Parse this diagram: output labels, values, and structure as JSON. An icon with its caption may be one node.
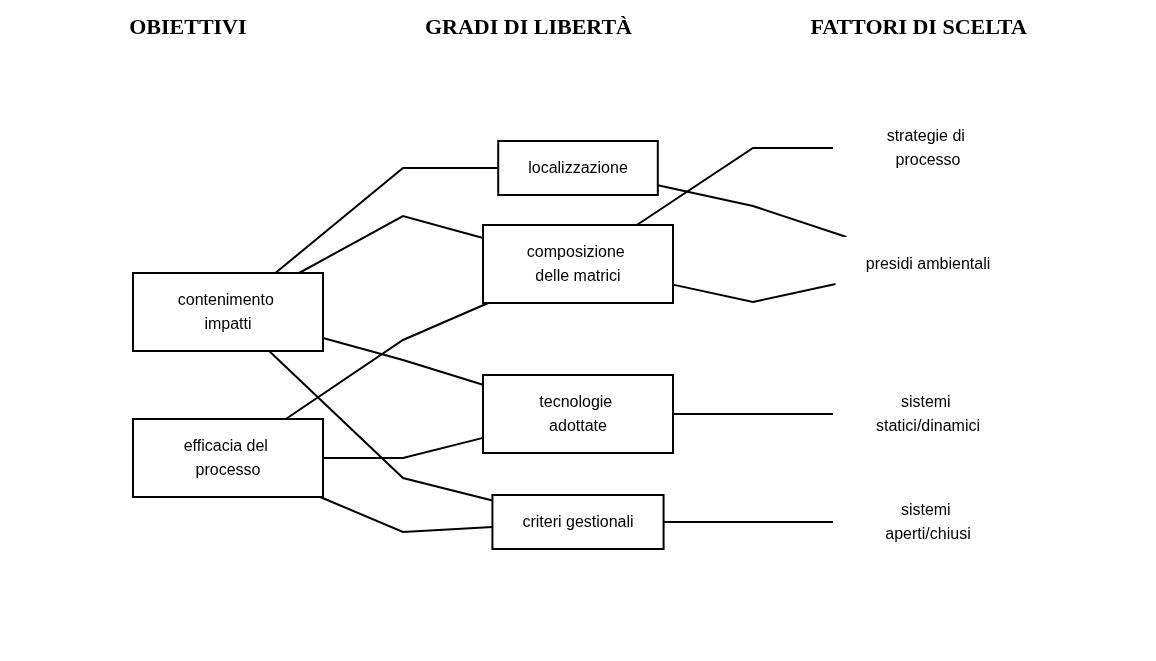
{
  "diagram": {
    "nodes": [
      {
        "text": [
          "efficacia del processo"
        ]
      },
      {
        "text": [
          "contenimento impatti"
        ]
      },
      {
        "text": [
          "composizione delle matrici"
        ]
      },
      {
        "text": [
          "localizzazione"
        ]
      },
      {
        "text": [
          "tecnologie adottate"
        ]
      },
      {
        "text": [
          "criteri gestionali"
        ]
      },
      {
        "text": [
          "presidi ambientali"
        ]
      },
      {
        "text": [
          "sistemi aperti/chiusi"
        ]
      },
      {
        "text": [
          "sistemi statici/dinamici"
        ]
      },
      {
        "text": [
          "strategie di processo"
        ]
      }
    ],
    "edges": [
      {
        "from": 0,
        "to": 2,
        "arrow": "none"
      },
      {
        "from": 0,
        "to": 4,
        "arrow": "none"
      },
      {
        "from": 0,
        "to": 5,
        "arrow": "none"
      },
      {
        "from": 1,
        "to": 2,
        "arrow": "none"
      },
      {
        "from": 1,
        "to": 3,
        "arrow": "none"
      },
      {
        "from": 1,
        "to": 4,
        "arrow": "none"
      },
      {
        "from": 1,
        "to": 5,
        "arrow": "none"
      },
      {
        "from": 2,
        "to": 6,
        "arrow": "none"
      },
      {
        "from": 2,
        "to": 9,
        "arrow": "none"
      },
      {
        "from": 3,
        "to": 6,
        "arrow": "none"
      },
      {
        "from": 4,
        "to": 8,
        "arrow": "none"
      },
      {
        "from": 5,
        "to": 7,
        "arrow": "none"
      }
    ],
    "labels": [
      "OBIETTIVI",
      "GRADI DI LIBERTÀ",
      "FATTORI DI SCELTA"
    ]
  }
}
